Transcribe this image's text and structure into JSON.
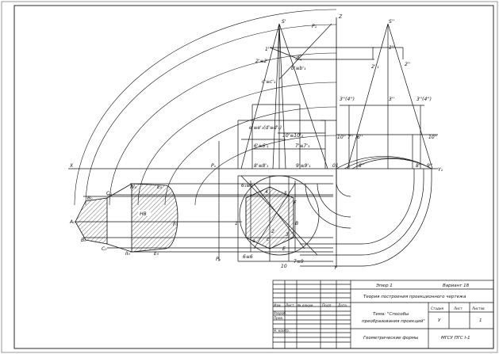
{
  "labels": {
    "S1": "S'",
    "S2": "S''",
    "P1": "P₁",
    "Z": "Z",
    "X": "X",
    "Y1": "Y₁",
    "Y": "Y",
    "Px": "Pₓ",
    "Po": "Pₒ",
    "p2top": "2'≡2'",
    "a1": "a'",
    "b1": "b'≡b'₁",
    "c1": "c'≡c'₁",
    "one1": "1'",
    "p2r": "2''",
    "p1r": "1''",
    "p2rr": "2''₁",
    "p3_4": "3''(4'')",
    "p3s": "3''",
    "p3_4r": "3''(4'')",
    "e1": "e'≡e'₁(d'≡d'₁)",
    "p10": "10'≡10'₁",
    "p7": "7'≡7'₁",
    "p6": "6'≡6'₁",
    "p8": "8'≡8'₁",
    "p9": "9'≡9'₁",
    "p10r": "10''",
    "p7r": "7''",
    "p6r": "6''",
    "p10rr": "10''",
    "p01": "01",
    "p8r": "8''",
    "p9r": "9''",
    "p8rr": "8''",
    "B0": "B₀",
    "C0": "C₀",
    "A0": "A₀",
    "B0b": "B₀",
    "C0b": "C₀",
    "IV0": "IV₀",
    "E0": "E₀",
    "F0": "F₀",
    "II0": "II₀",
    "E0b": "E₀",
    "HB": "HB",
    "c6": "6₁≡6",
    "c6b": "6≡6",
    "c7": "7≡9",
    "c10": "10",
    "n2": "2",
    "n1": "1",
    "n5": "5",
    "n3": "3",
    "n4": "4",
    "nF": "F",
    "nE": "E",
    "nB": "B",
    "nc": "c",
    "ne": "e"
  },
  "title_block": {
    "sheet_label": "Эпюр 1",
    "variant_label": "Вариант 18",
    "subject": "Теория построения проекционного чертежа",
    "theme_line1": "Тема: \"Способы",
    "theme_line2": "преобразования проекций\"",
    "col_izm": "Изм.",
    "col_list": "Лист",
    "col_doc": "№ докум.",
    "col_sign": "Подп.",
    "col_date": "Дата",
    "row_razrab": "Разраб.",
    "row_prov": "Пров.",
    "row_nkontr": "Н. контр.",
    "stage_label": "Стадия",
    "sheet_label2": "Лист",
    "sheets_label": "Листов",
    "stage_value": "У",
    "sheets_value": "1",
    "course": "Геометрические формы",
    "org": "МГСУ ПГС I-1"
  }
}
